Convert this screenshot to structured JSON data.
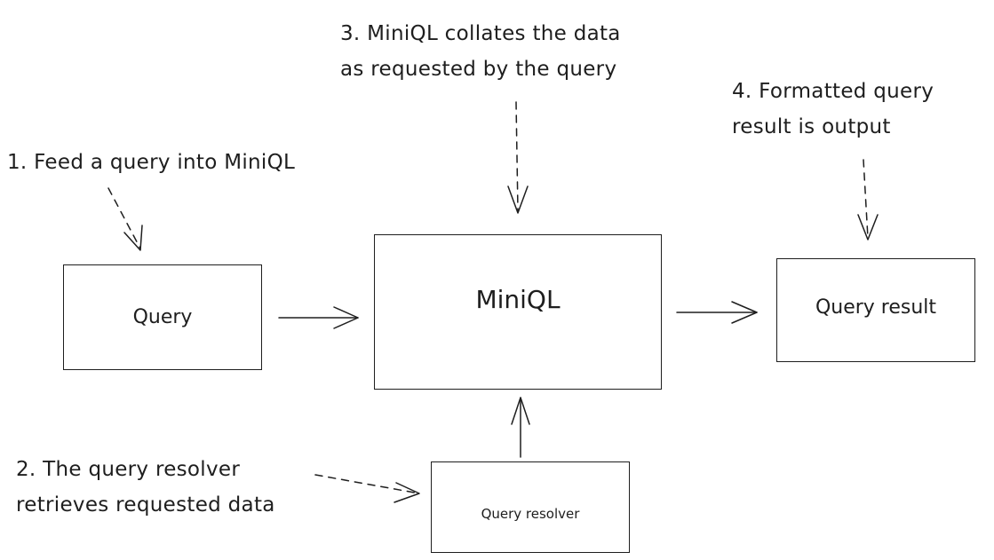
{
  "nodes": {
    "query": "Query",
    "miniql": "MiniQL",
    "query_result": "Query result",
    "query_resolver": "Query resolver"
  },
  "annotations": {
    "step1": "1. Feed a query into MiniQL",
    "step2_line1": "2. The query resolver",
    "step2_line2": "retrieves requested data",
    "step3_line1": "3. MiniQL collates the data",
    "step3_line2": "as requested by the query",
    "step4_line1": "4. Formatted query",
    "step4_line2": "result is output"
  }
}
